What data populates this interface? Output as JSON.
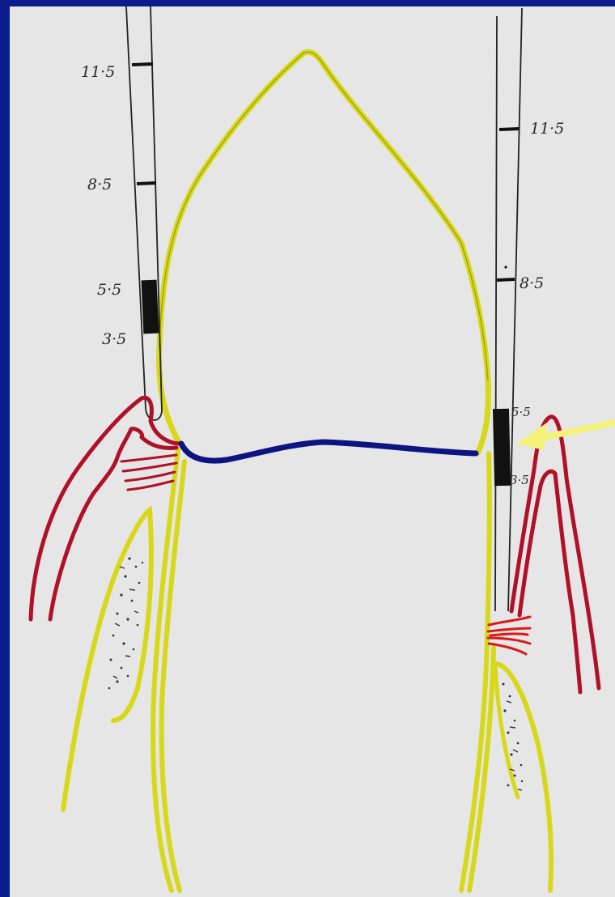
{
  "colors": {
    "frame": "#0b1c8c",
    "paper": "#e6e6e6",
    "tooth_outline": "#d8d81a",
    "cej_line": "#0b1480",
    "gingiva": "#b01028",
    "ligament_fibers": "#d81a1a",
    "arrow": "#f3f37a",
    "probe_ink": "#111111"
  },
  "left_probe": {
    "marks": [
      {
        "label": "11·5",
        "value": 11.5
      },
      {
        "label": "8·5",
        "value": 8.5
      },
      {
        "label": "5·5",
        "value": 5.5
      },
      {
        "label": "3·5",
        "value": 3.5
      }
    ]
  },
  "right_probe": {
    "marks": [
      {
        "label": "11·5",
        "value": 11.5
      },
      {
        "label": "8·5",
        "value": 8.5
      },
      {
        "label": "5·5",
        "value": 5.5
      },
      {
        "label": "3·5",
        "value": 3.5
      }
    ]
  },
  "icons": {
    "pointer": "arrow-left-icon"
  }
}
